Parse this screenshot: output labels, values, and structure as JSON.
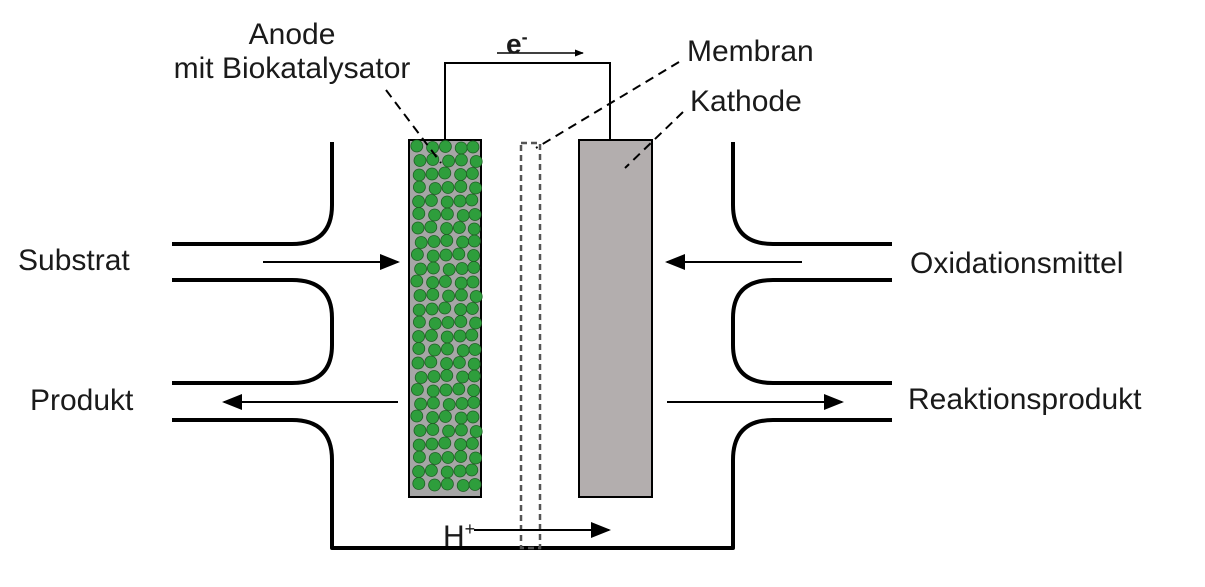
{
  "labels": {
    "anode_line1": "Anode",
    "anode_line2": "mit Biokatalysator",
    "electron_base": "e",
    "electron_sup": "-",
    "membran": "Membran",
    "kathode": "Kathode",
    "substrat": "Substrat",
    "produkt": "Produkt",
    "oxidationsmittel": "Oxidationsmittel",
    "reaktionsprodukt": "Reaktionsprodukt",
    "proton_base": "H",
    "proton_sup": "+"
  },
  "colors": {
    "line": "#000000",
    "anode_fill": "#a6a6a6",
    "bead_fill": "#2e9e3c",
    "bead_stroke": "#1f5f24",
    "cathode_fill": "#b3aeae",
    "membrane_stroke": "#555555"
  }
}
